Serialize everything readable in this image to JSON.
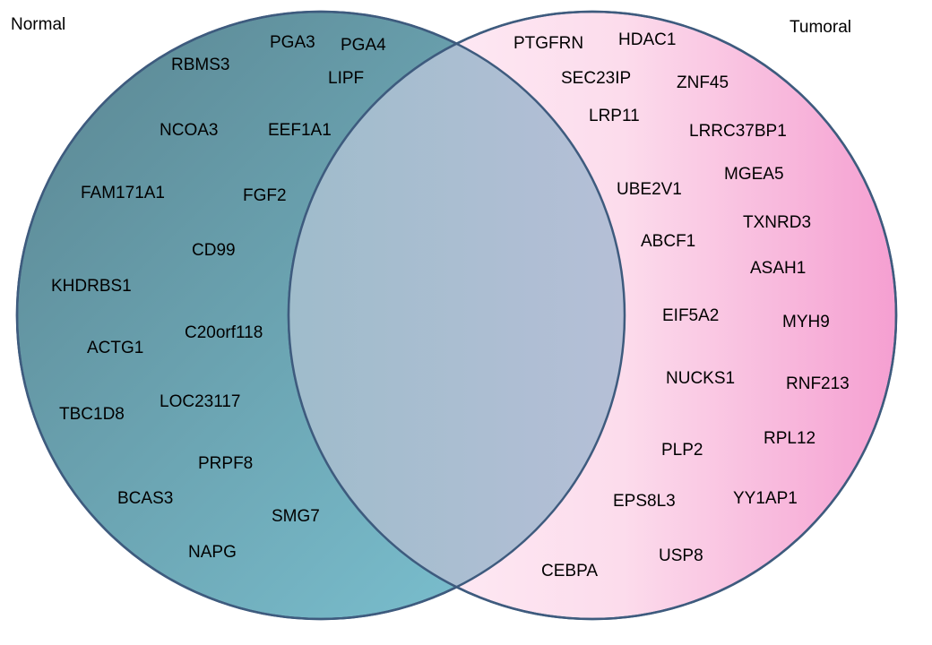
{
  "sets": {
    "left": {
      "label": "Normal",
      "color_dark": "#5a8591",
      "color_light": "#7ec6d6"
    },
    "right": {
      "label": "Tumoral",
      "color_light": "#fff3f9",
      "color_dark": "#f59fd1"
    }
  },
  "normal_genes": [
    "PGA3",
    "PGA4",
    "RBMS3",
    "LIPF",
    "NCOA3",
    "EEF1A1",
    "FAM171A1",
    "FGF2",
    "CD99",
    "KHDRBS1",
    "C20orf118",
    "ACTG1",
    "LOC23117",
    "TBC1D8",
    "PRPF8",
    "BCAS3",
    "SMG7",
    "NAPG"
  ],
  "tumoral_genes": [
    "PTGFRN",
    "HDAC1",
    "SEC23IP",
    "ZNF45",
    "LRP11",
    "LRRC37BP1",
    "MGEA5",
    "UBE2V1",
    "TXNRD3",
    "ABCF1",
    "ASAH1",
    "EIF5A2",
    "MYH9",
    "NUCKS1",
    "RNF213",
    "RPL12",
    "PLP2",
    "EPS8L3",
    "YY1AP1",
    "USP8",
    "CEBPA"
  ],
  "intersection_genes": []
}
